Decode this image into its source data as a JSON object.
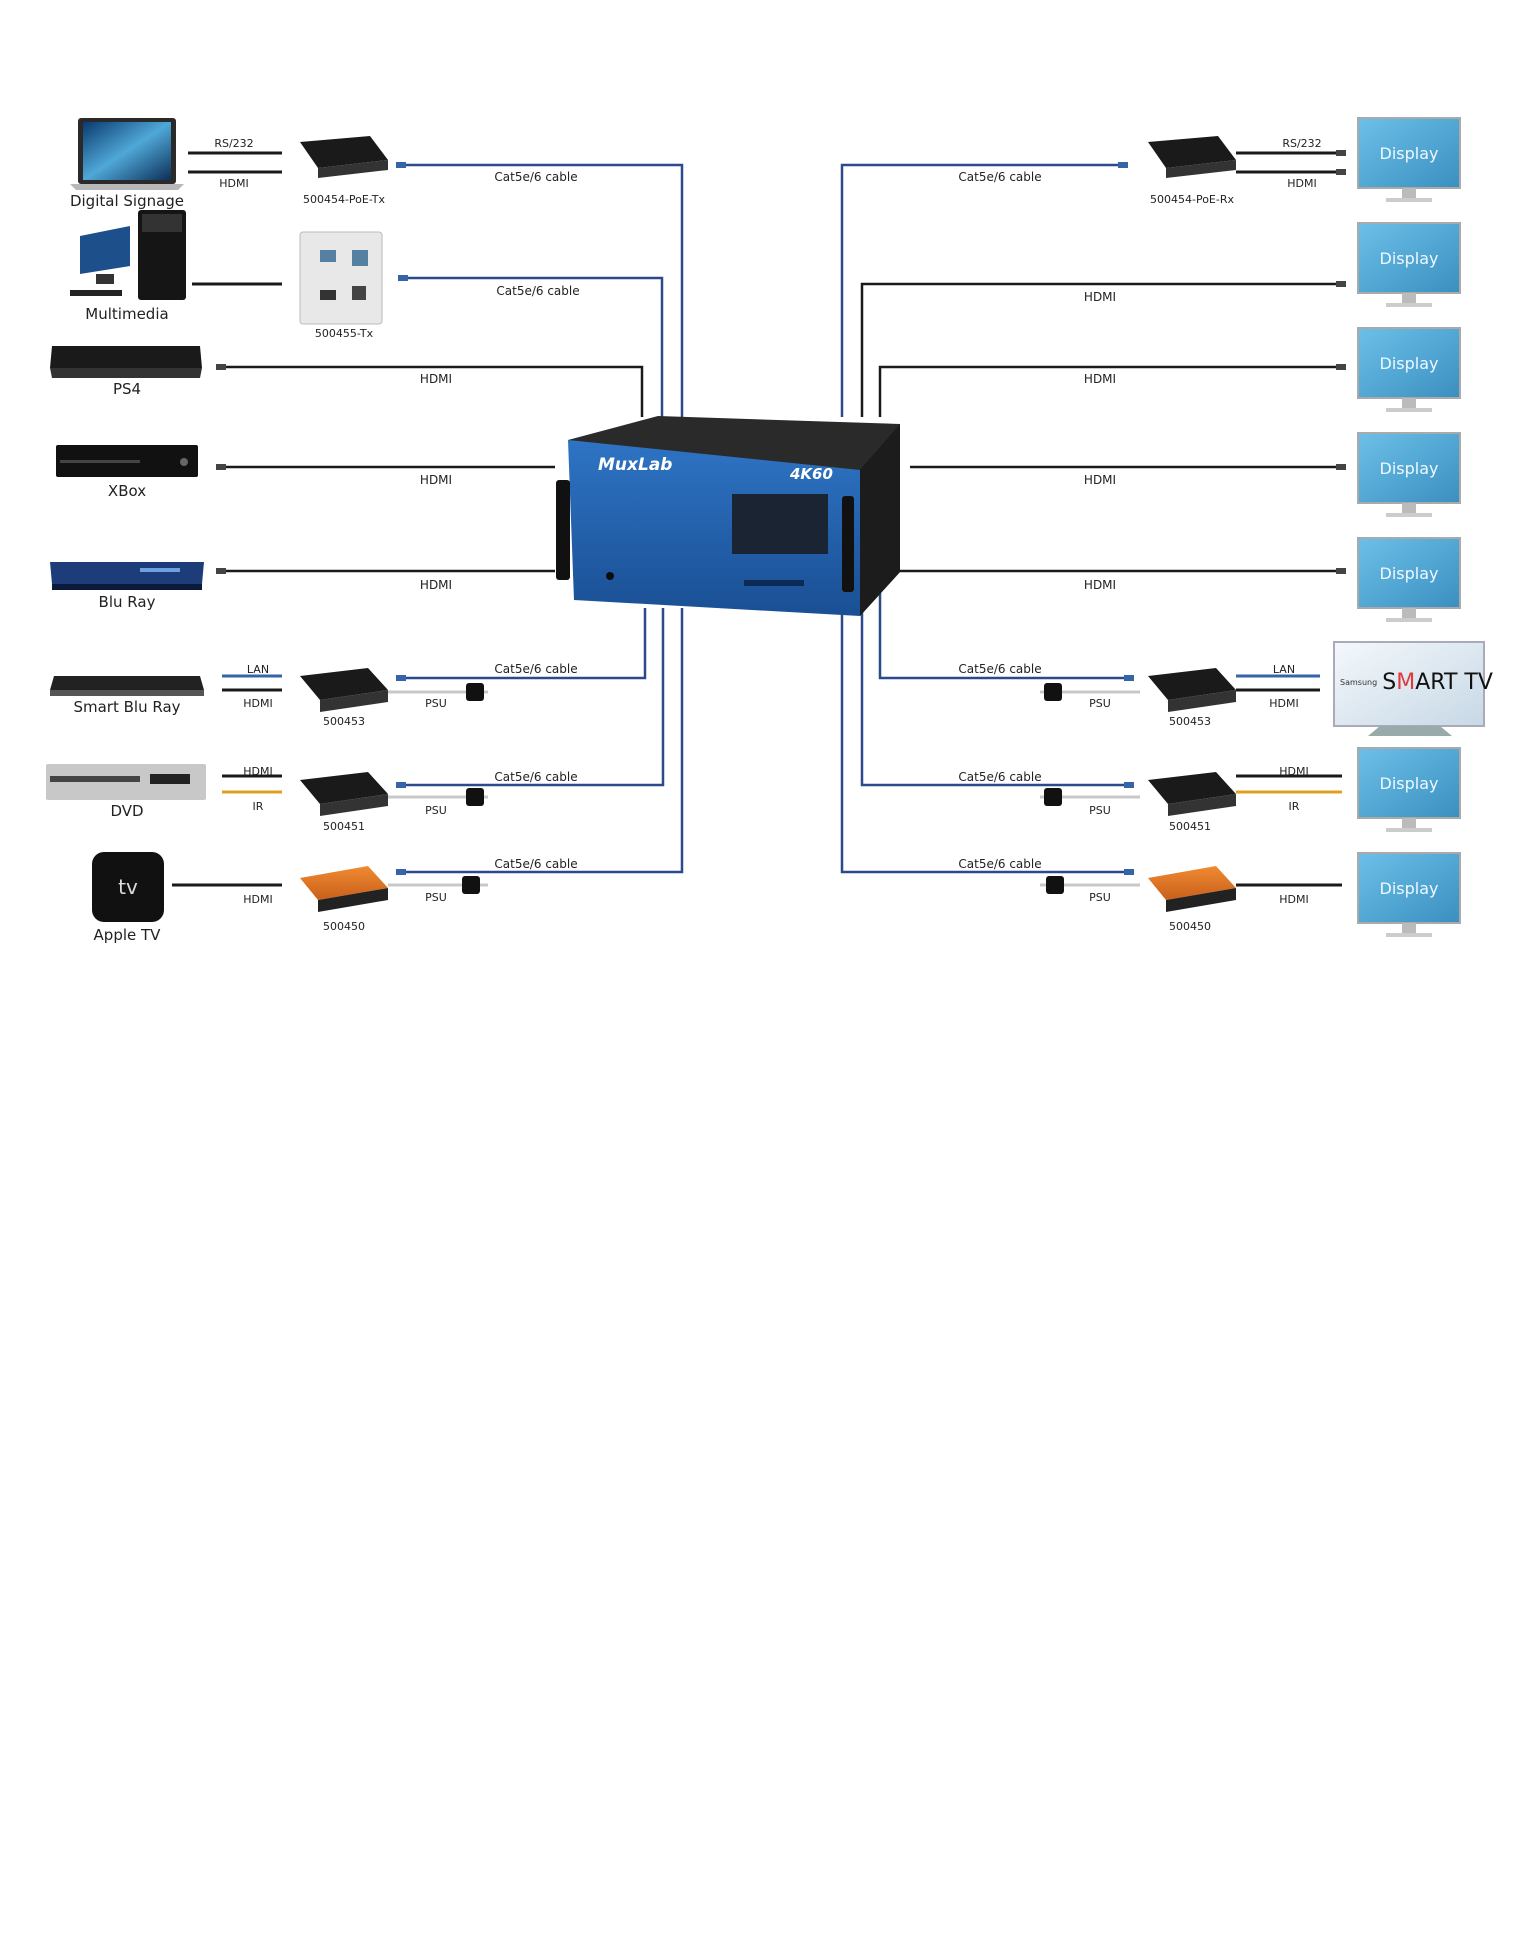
{
  "sources": {
    "digital_signage": "Digital Signage",
    "multimedia": "Multimedia",
    "ps4": "PS4",
    "xbox": "XBox",
    "bluray": "Blu Ray",
    "smart_bluray": "Smart Blu Ray",
    "dvd": "DVD",
    "apple_tv": "Apple TV"
  },
  "devices": {
    "tx_500454": "500454-PoE-Tx",
    "tx_500455": "500455-Tx",
    "tx_500453": "500453",
    "tx_500451": "500451",
    "tx_500450": "500450",
    "rx_500454": "500454-PoE-Rx",
    "rx_500453": "500453",
    "rx_500451": "500451",
    "rx_500450": "500450"
  },
  "cables": {
    "rs232": "RS/232",
    "hdmi": "HDMI",
    "lan": "LAN",
    "ir": "IR",
    "psu": "PSU",
    "cat": "Cat5e/6 cable"
  },
  "switch": {
    "brand": "MuxLab",
    "badge": "4K60"
  },
  "displays": {
    "display": "Display",
    "smart_tv_brand": "Samsung",
    "smart_tv_s": "S",
    "smart_tv_m": "M",
    "smart_tv_rest": "ART TV"
  },
  "colors": {
    "cat_cable": "#2a4a8c",
    "hdmi_cable": "#1a1a1a",
    "switch_blue": "#1f5fae",
    "display_blue": "#4aa0cf"
  }
}
